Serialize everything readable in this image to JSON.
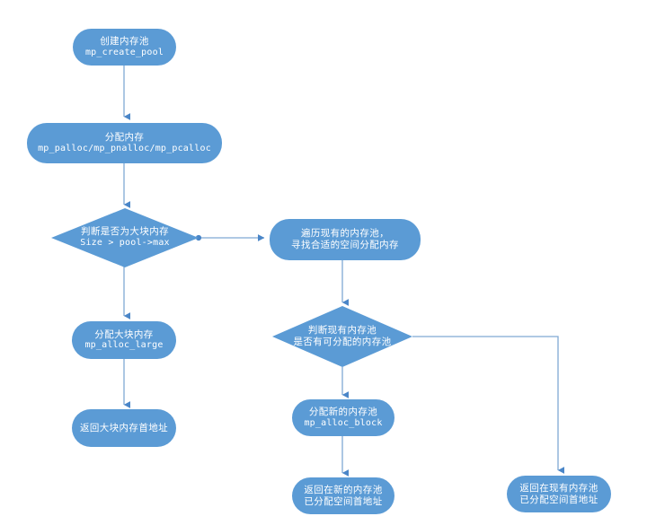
{
  "diagram": {
    "title": "Memory pool allocation flowchart",
    "colors": {
      "node_fill": "#5b9bd5",
      "diamond_fill": "#5b9bd5",
      "connector": "#7fa9d4",
      "arrow": "#4a86c8",
      "text": "#ffffff",
      "background": "#ffffff"
    },
    "nodes": [
      {
        "id": "create-pool",
        "shape": "rounded",
        "lines": [
          "创建内存池",
          "mp_create_pool"
        ],
        "styles": [
          "cn",
          "mono"
        ]
      },
      {
        "id": "alloc-mem",
        "shape": "rounded",
        "lines": [
          "分配内存",
          "mp_palloc/mp_pnalloc/mp_pcalloc"
        ],
        "styles": [
          "cn",
          "mono"
        ]
      },
      {
        "id": "check-large",
        "shape": "diamond",
        "lines": [
          "判断是否为大块内存",
          "Size > pool->max"
        ],
        "styles": [
          "cn",
          "mono"
        ]
      },
      {
        "id": "traverse-pools",
        "shape": "rounded",
        "lines": [
          "遍历现有的内存池，",
          "寻找合适的空间分配内存"
        ],
        "styles": [
          "cn",
          "cn"
        ]
      },
      {
        "id": "alloc-large",
        "shape": "rounded",
        "lines": [
          "分配大块内存",
          "mp_alloc_large"
        ],
        "styles": [
          "cn",
          "mono"
        ]
      },
      {
        "id": "check-available",
        "shape": "diamond",
        "lines": [
          "判断现有内存池",
          "是否有可分配的内存池"
        ],
        "styles": [
          "cn",
          "cn"
        ]
      },
      {
        "id": "return-large-addr",
        "shape": "rounded",
        "lines": [
          "返回大块内存首地址"
        ],
        "styles": [
          "cn"
        ]
      },
      {
        "id": "alloc-block",
        "shape": "rounded",
        "lines": [
          "分配新的内存池",
          "mp_alloc_block"
        ],
        "styles": [
          "cn",
          "mono"
        ]
      },
      {
        "id": "return-new-pool-addr",
        "shape": "rounded",
        "lines": [
          "返回在新的内存池",
          "已分配空间首地址"
        ],
        "styles": [
          "cn",
          "cn"
        ]
      },
      {
        "id": "return-existing-pool-addr",
        "shape": "rounded",
        "lines": [
          "返回在现有内存池",
          "已分配空间首地址"
        ],
        "styles": [
          "cn",
          "cn"
        ]
      }
    ]
  }
}
